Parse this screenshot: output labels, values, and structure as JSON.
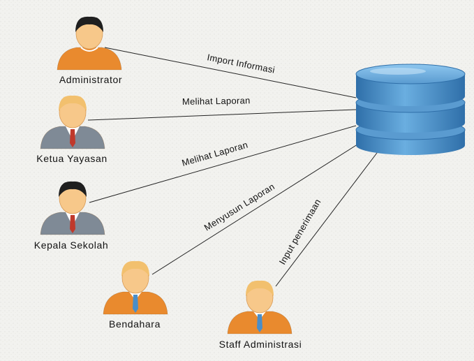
{
  "actors": [
    {
      "id": "administrator",
      "label": "Administrator",
      "hair": "#1f1f1f",
      "shirt": "#e98a2e",
      "style": "casual"
    },
    {
      "id": "ketua-yayasan",
      "label": "Ketua Yayasan",
      "hair": "#f2c06e",
      "shirt": "#7f8a96",
      "style": "suit"
    },
    {
      "id": "kepala-sekolah",
      "label": "Kepala Sekolah",
      "hair": "#1f1f1f",
      "shirt": "#7f8a96",
      "style": "suit"
    },
    {
      "id": "bendahara",
      "label": "Bendahara",
      "hair": "#f2c06e",
      "shirt": "#e98a2e",
      "style": "tie"
    },
    {
      "id": "staff-administrasi",
      "label": "Staff Administrasi",
      "hair": "#f2c06e",
      "shirt": "#e98a2e",
      "style": "tie"
    }
  ],
  "edges": [
    {
      "actor": "administrator",
      "label": "Import Informasi"
    },
    {
      "actor": "ketua-yayasan",
      "label": "Melihat Laporan"
    },
    {
      "actor": "kepala-sekolah",
      "label": "Melihat Laporan"
    },
    {
      "actor": "bendahara",
      "label": "Menyusun Laporan"
    },
    {
      "actor": "staff-administrasi",
      "label": "Input penerimaan"
    }
  ],
  "database": {
    "icon": "database-icon",
    "color": "#4a8ec9"
  }
}
